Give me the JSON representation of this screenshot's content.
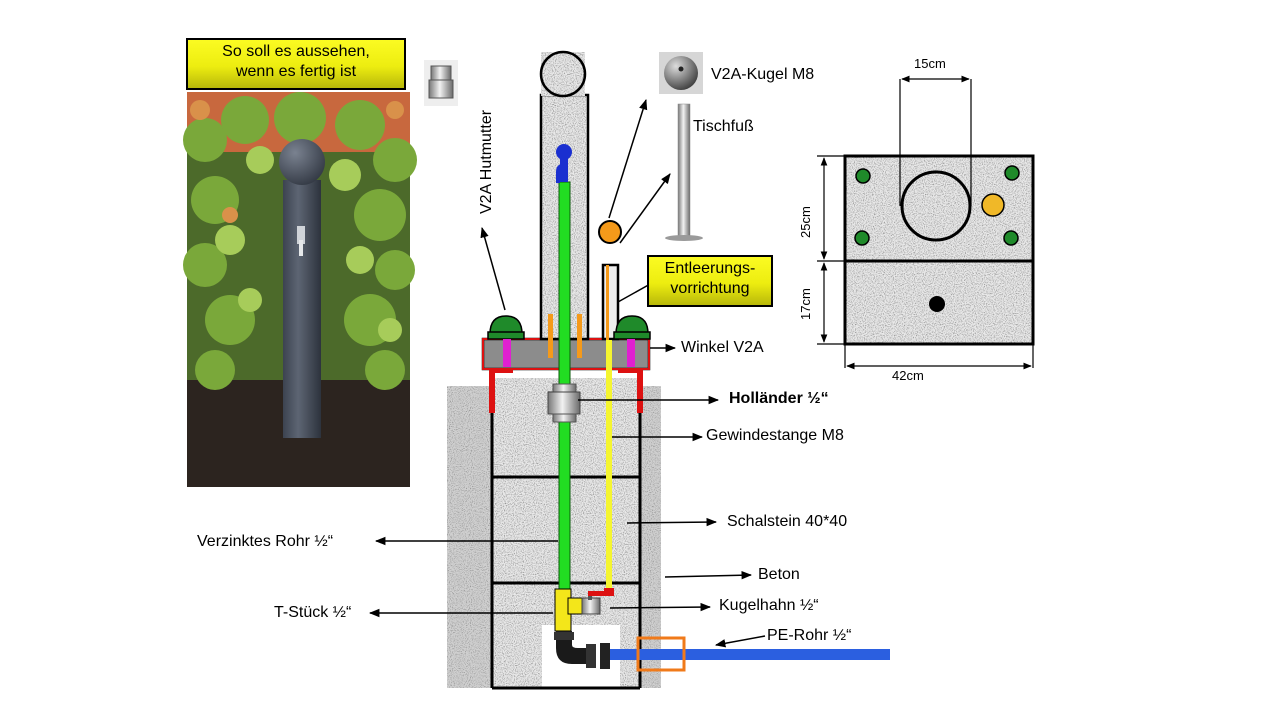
{
  "callouts": {
    "preview": [
      "So soll es aussehen,",
      "wenn es fertig ist"
    ],
    "drain": [
      "Entleerungs-",
      "vorrichtung"
    ]
  },
  "labels": {
    "ball": "V2A-Kugel M8",
    "table_leg": "Tischfuß",
    "cap_nut": "V2A Hutmutter",
    "angle": "Winkel  V2A",
    "union": "Holländer ½“",
    "threaded_rod": "Gewindestange M8",
    "formwork_block": "Schalstein 40*40",
    "galvanized_pipe": "Verzinktes Rohr ½“",
    "concrete": "Beton",
    "t_piece": "T-Stück ½“",
    "ball_valve": "Kugelhahn ½“",
    "pe_pipe": "PE-Rohr ½“"
  },
  "dimensions": {
    "width_top": "15cm",
    "height_upper": "25cm",
    "height_lower": "17cm",
    "width_bottom": "42cm"
  },
  "colors": {
    "water_pipe": "#22dd22",
    "rod": "#f5f530",
    "pe_pipe": "#2b5fe0",
    "cap_nut": "#1f8a2a",
    "angle": "#dd1111",
    "ball_orange": "#f59a1a",
    "callout_yellow": "#f0f020"
  }
}
